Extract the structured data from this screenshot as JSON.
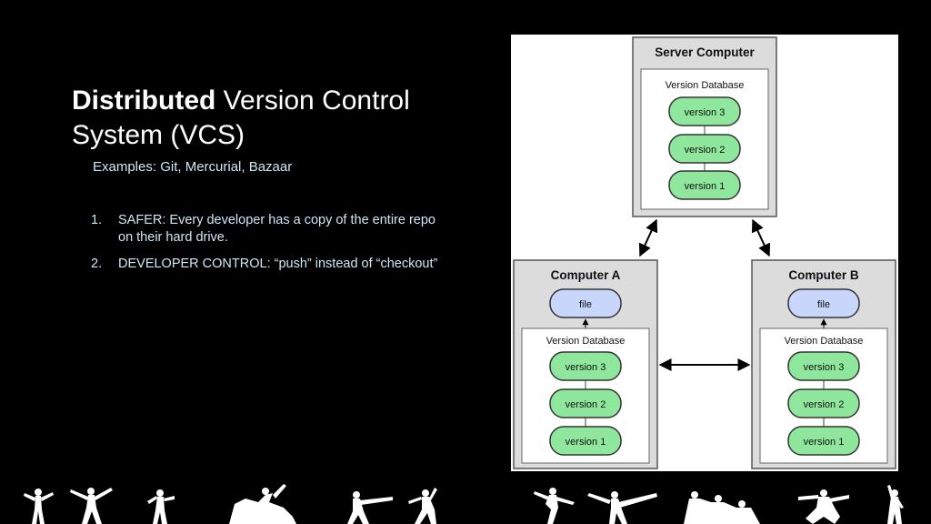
{
  "slide": {
    "title_bold": "Distributed",
    "title_rest": " Version Control System (VCS)",
    "subtitle": "Examples: Git, Mercurial, Bazaar",
    "points": [
      {
        "num": "1.",
        "text": "SAFER: Every developer has a copy of the entire repo on their hard drive."
      },
      {
        "num": "2.",
        "text": "DEVELOPER CONTROL: “push” instead of “checkout”"
      }
    ]
  },
  "diagram": {
    "server": {
      "title": "Server Computer",
      "db_label": "Version Database",
      "versions": [
        "version 3",
        "version 2",
        "version 1"
      ]
    },
    "computer_a": {
      "title": "Computer A",
      "file_label": "file",
      "db_label": "Version Database",
      "versions": [
        "version 3",
        "version 2",
        "version 1"
      ]
    },
    "computer_b": {
      "title": "Computer B",
      "file_label": "file",
      "db_label": "Version Database",
      "versions": [
        "version 3",
        "version 2",
        "version 1"
      ]
    },
    "colors": {
      "version_fill": "#8ee79c",
      "file_fill": "#c9d6fb",
      "box_fill": "#dcdcdc",
      "inner_fill": "#ffffff"
    }
  }
}
